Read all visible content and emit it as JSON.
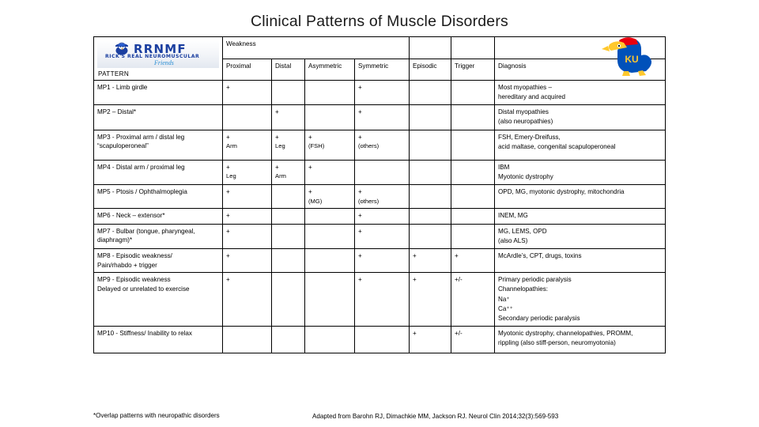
{
  "slide": {
    "title": "Clinical Patterns of Muscle Disorders"
  },
  "logo": {
    "main": "RRNMF",
    "sub": "RICK'S REAL NEUROMUSCULAR",
    "script": "Friends",
    "alt": "rrnmf-logo"
  },
  "ku_logo": {
    "label": "KU",
    "alt": "ku-jayhawk-logo"
  },
  "table": {
    "pattern_header": "PATTERN",
    "group_header": "Weakness",
    "columns": [
      "Proximal",
      "Distal",
      "Asymmetric",
      "Symmetric",
      "Episodic",
      "Trigger",
      "Diagnosis"
    ],
    "rows": [
      {
        "pattern": "MP1 - Limb girdle",
        "pattern2": "",
        "proximal": "+",
        "proximal2": "",
        "distal": "",
        "distal2": "",
        "asymmetric": "",
        "asymmetric2": "",
        "symmetric": "+",
        "symmetric2": "",
        "episodic": "",
        "trigger": "",
        "diagnosis": [
          "Most myopathies –",
          "hereditary and acquired"
        ]
      },
      {
        "pattern": "MP2 – Distal*",
        "pattern2": "",
        "proximal": "",
        "proximal2": "",
        "distal": "+",
        "distal2": "",
        "asymmetric": "",
        "asymmetric2": "",
        "symmetric": "+",
        "symmetric2": "",
        "episodic": "",
        "trigger": "",
        "diagnosis": [
          "Distal myopathies",
          "(also neuropathies)"
        ]
      },
      {
        "pattern": "MP3 -  Proximal arm / distal leg",
        "pattern2": "“scapuloperoneal”",
        "proximal": "+",
        "proximal2": "Arm",
        "distal": "+",
        "distal2": "Leg",
        "asymmetric": "+",
        "asymmetric2": "(FSH)",
        "symmetric": "+",
        "symmetric2": "(others)",
        "episodic": "",
        "trigger": "",
        "diagnosis": [
          "FSH, Emery-Dreifuss,",
          "acid maltase, congenital scapuloperoneal"
        ]
      },
      {
        "pattern": "MP4 - Distal arm / proximal leg",
        "pattern2": "",
        "proximal": "+",
        "proximal2": "Leg",
        "distal": "+",
        "distal2": "Arm",
        "asymmetric": "+",
        "asymmetric2": "",
        "symmetric": "",
        "symmetric2": "",
        "episodic": "",
        "trigger": "",
        "diagnosis": [
          "IBM",
          "Myotonic dystrophy"
        ]
      },
      {
        "pattern": "MP5 -  Ptosis / Ophthalmoplegia",
        "pattern2": "",
        "proximal": "+",
        "proximal2": "",
        "distal": "",
        "distal2": "",
        "asymmetric": "+",
        "asymmetric2": "(MG)",
        "symmetric": "+",
        "symmetric2": "(others)",
        "episodic": "",
        "trigger": "",
        "diagnosis": [
          "OPD, MG, myotonic dystrophy, mitochondria"
        ]
      },
      {
        "pattern": "MP6 - Neck – extensor*",
        "pattern2": "",
        "proximal": "+",
        "proximal2": "",
        "distal": "",
        "distal2": "",
        "asymmetric": "",
        "asymmetric2": "",
        "symmetric": "+",
        "symmetric2": "",
        "episodic": "",
        "trigger": "",
        "diagnosis": [
          "INEM, MG"
        ]
      },
      {
        "pattern": "MP7 - Bulbar (tongue, pharyngeal,",
        "pattern2": "diaphragm)*",
        "proximal": "+",
        "proximal2": "",
        "distal": "",
        "distal2": "",
        "asymmetric": "",
        "asymmetric2": "",
        "symmetric": "+",
        "symmetric2": "",
        "episodic": "",
        "trigger": "",
        "diagnosis": [
          "MG, LEMS, OPD",
          "(also ALS)"
        ]
      },
      {
        "pattern": "MP8 - Episodic weakness/",
        "pattern2": "Pain/rhabdo + trigger",
        "proximal": "+",
        "proximal2": "",
        "distal": "",
        "distal2": "",
        "asymmetric": "",
        "asymmetric2": "",
        "symmetric": "+",
        "symmetric2": "",
        "episodic": "+",
        "trigger": "+",
        "diagnosis": [
          "McArdle’s, CPT, drugs, toxins"
        ]
      },
      {
        "pattern": "MP9 - Episodic weakness",
        "pattern2": "Delayed or unrelated to exercise",
        "proximal": "+",
        "proximal2": "",
        "distal": "",
        "distal2": "",
        "asymmetric": "",
        "asymmetric2": "",
        "symmetric": "+",
        "symmetric2": "",
        "episodic": "+",
        "trigger": "+/-",
        "diagnosis": [
          "Primary periodic paralysis",
          "Channelopathies:",
          "Na⁺",
          "Ca⁺⁺",
          "Secondary periodic paralysis"
        ]
      },
      {
        "pattern": "MP10 - Stiffness/ Inability to relax",
        "pattern2": "",
        "proximal": "",
        "proximal2": "",
        "distal": "",
        "distal2": "",
        "asymmetric": "",
        "asymmetric2": "",
        "symmetric": "",
        "symmetric2": "",
        "episodic": "+",
        "trigger": "+/-",
        "diagnosis": [
          "Myotonic dystrophy, channelopathies, PROMM,",
          "rippling (also stiff-person, neuromyotonia)"
        ]
      }
    ]
  },
  "footer": {
    "left": "*Overlap patterns with neuropathic disorders",
    "right": "Adapted from Barohn RJ, Dimachkie MM, Jackson RJ. Neurol Clin 2014;32(3):569-593"
  }
}
